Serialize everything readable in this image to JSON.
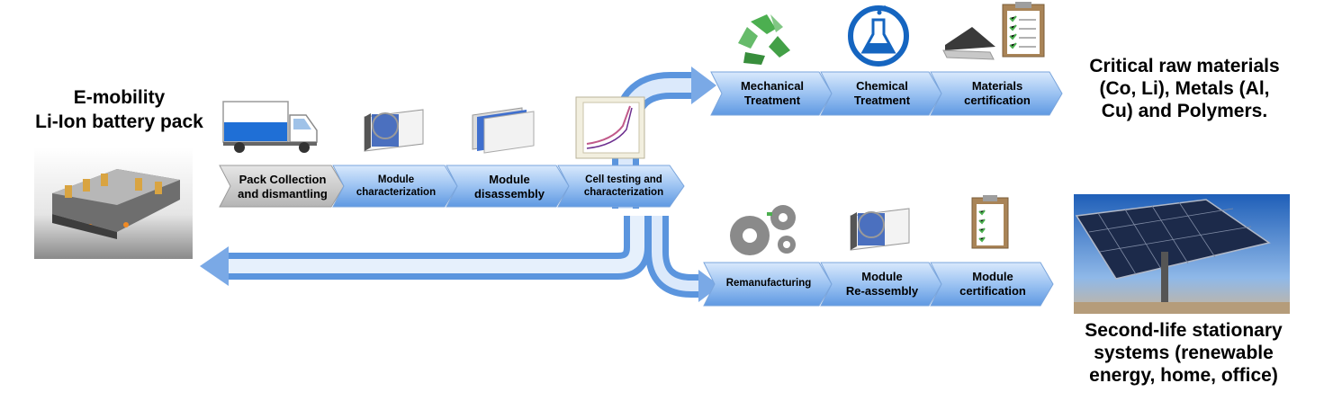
{
  "source": {
    "title_line1": "E-mobility",
    "title_line2": "Li-Ion battery pack"
  },
  "main_process": [
    {
      "label": "Pack Collection\nand dismantling"
    },
    {
      "label": "Module\ncharacterization"
    },
    {
      "label": "Module\ndisassembly"
    },
    {
      "label": "Cell testing and\ncharacterization"
    }
  ],
  "recycling_branch": [
    {
      "label": "Mechanical\nTreatment",
      "icon": "recycle-icon"
    },
    {
      "label": "Chemical\nTreatment",
      "icon": "flask-icon"
    },
    {
      "label": "Materials\ncertification",
      "icon": "clipboard-icon"
    }
  ],
  "second_life_branch": [
    {
      "label": "Remanufacturing",
      "icon": "gears-icon"
    },
    {
      "label": "Module\nRe-assembly",
      "icon": "battery-module-icon"
    },
    {
      "label": "Module\ncertification",
      "icon": "clipboard-icon"
    }
  ],
  "outputs": {
    "recycling": "Critical raw materials\n(Co, Li), Metals (Al,\nCu) and Polymers.",
    "second_life": "Second-life stationary\nsystems (renewable\nenergy, home, office)"
  },
  "colors": {
    "chevron_blue_light": "#cfe3fb",
    "chevron_blue_dark": "#6aa2e6",
    "chevron_gray": "#c9c9c9",
    "arrow_blue_light": "#e3eefb",
    "arrow_blue_dark": "#5b95de",
    "recycle_green": "#4caf50",
    "flask_blue": "#1565c0"
  }
}
